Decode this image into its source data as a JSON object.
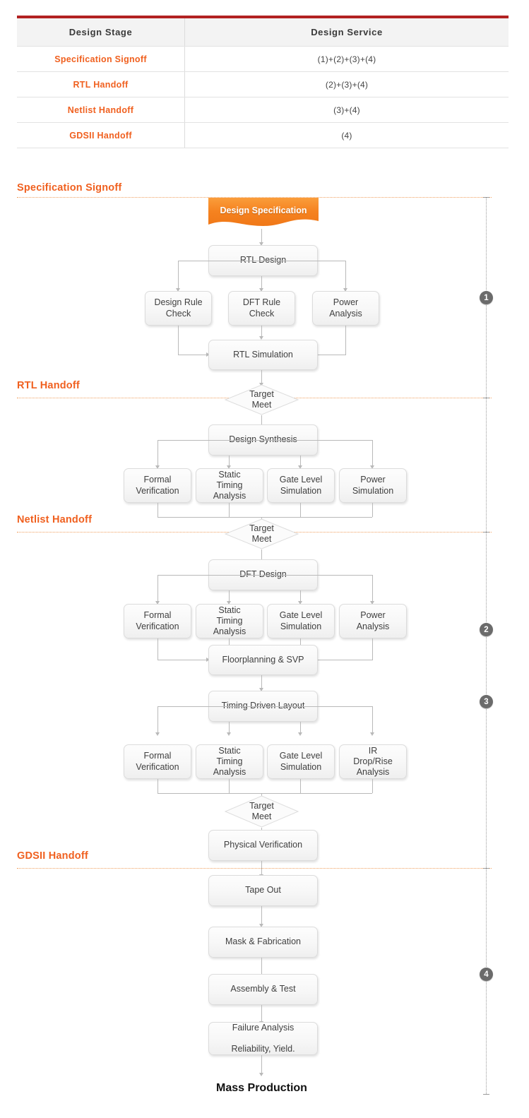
{
  "table": {
    "headers": [
      "Design Stage",
      "Design Service"
    ],
    "rows": [
      {
        "stage": "Specification Signoff",
        "service": "(1)+(2)+(3)+(4)"
      },
      {
        "stage": "RTL Handoff",
        "service": "(2)+(3)+(4)"
      },
      {
        "stage": "Netlist Handoff",
        "service": "(3)+(4)"
      },
      {
        "stage": "GDSII Handoff",
        "service": "(4)"
      }
    ]
  },
  "section_labels": [
    {
      "text": "Specification Signoff"
    },
    {
      "text": "RTL Handoff"
    },
    {
      "text": "Netlist Handoff"
    },
    {
      "text": "GDSII Handoff"
    }
  ],
  "step_numbers": [
    "1",
    "2",
    "3",
    "4"
  ],
  "flow": {
    "start": "Design Specification",
    "rtl_design": "RTL Design",
    "design_rule_check": "Design Rule\nCheck",
    "dft_rule_check": "DFT Rule\nCheck",
    "power_analysis_1": "Power\nAnalysis",
    "rtl_simulation": "RTL Simulation",
    "target_meet_1_a": "Target",
    "target_meet_1_b": "Meet",
    "design_synthesis": "Design Synthesis",
    "formal_verification_2": "Formal\nVerification",
    "static_timing_2": "Static\nTiming\nAnalysis",
    "gate_level_2": "Gate Level\nSimulation",
    "power_simulation_2": "Power\nSimulation",
    "target_meet_2_a": "Target",
    "target_meet_2_b": "Meet",
    "dft_design": "DFT Design",
    "formal_verification_3": "Formal\nVerification",
    "static_timing_3": "Static\nTiming\nAnalysis",
    "gate_level_3": "Gate Level\nSimulation",
    "power_analysis_3": "Power\nAnalysis",
    "floorplanning": "Floorplanning & SVP",
    "timing_driven_layout": "Timing Driven Layout",
    "formal_verification_4": "Formal\nVerification",
    "static_timing_4": "Static\nTiming\nAnalysis",
    "gate_level_4": "Gate Level\nSimulation",
    "ir_drop_rise": "IR\nDrop/Rise\nAnalysis",
    "target_meet_3_a": "Target",
    "target_meet_3_b": "Meet",
    "physical_verification": "Physical Verification",
    "tape_out": "Tape Out",
    "mask_fabrication": "Mask & Fabrication",
    "assembly_test": "Assembly & Test",
    "failure_analysis_a": "Failure Analysis",
    "failure_analysis_b": "Reliability, Yield.",
    "mass_production": "Mass Production"
  },
  "colors": {
    "accent_orange": "#f0601f",
    "table_top_rule": "#b22222",
    "divider_orange": "#f0a060",
    "node_border": "#dcdcdc",
    "connector": "#b9b9b9",
    "step_circle": "#6b6b6b"
  }
}
